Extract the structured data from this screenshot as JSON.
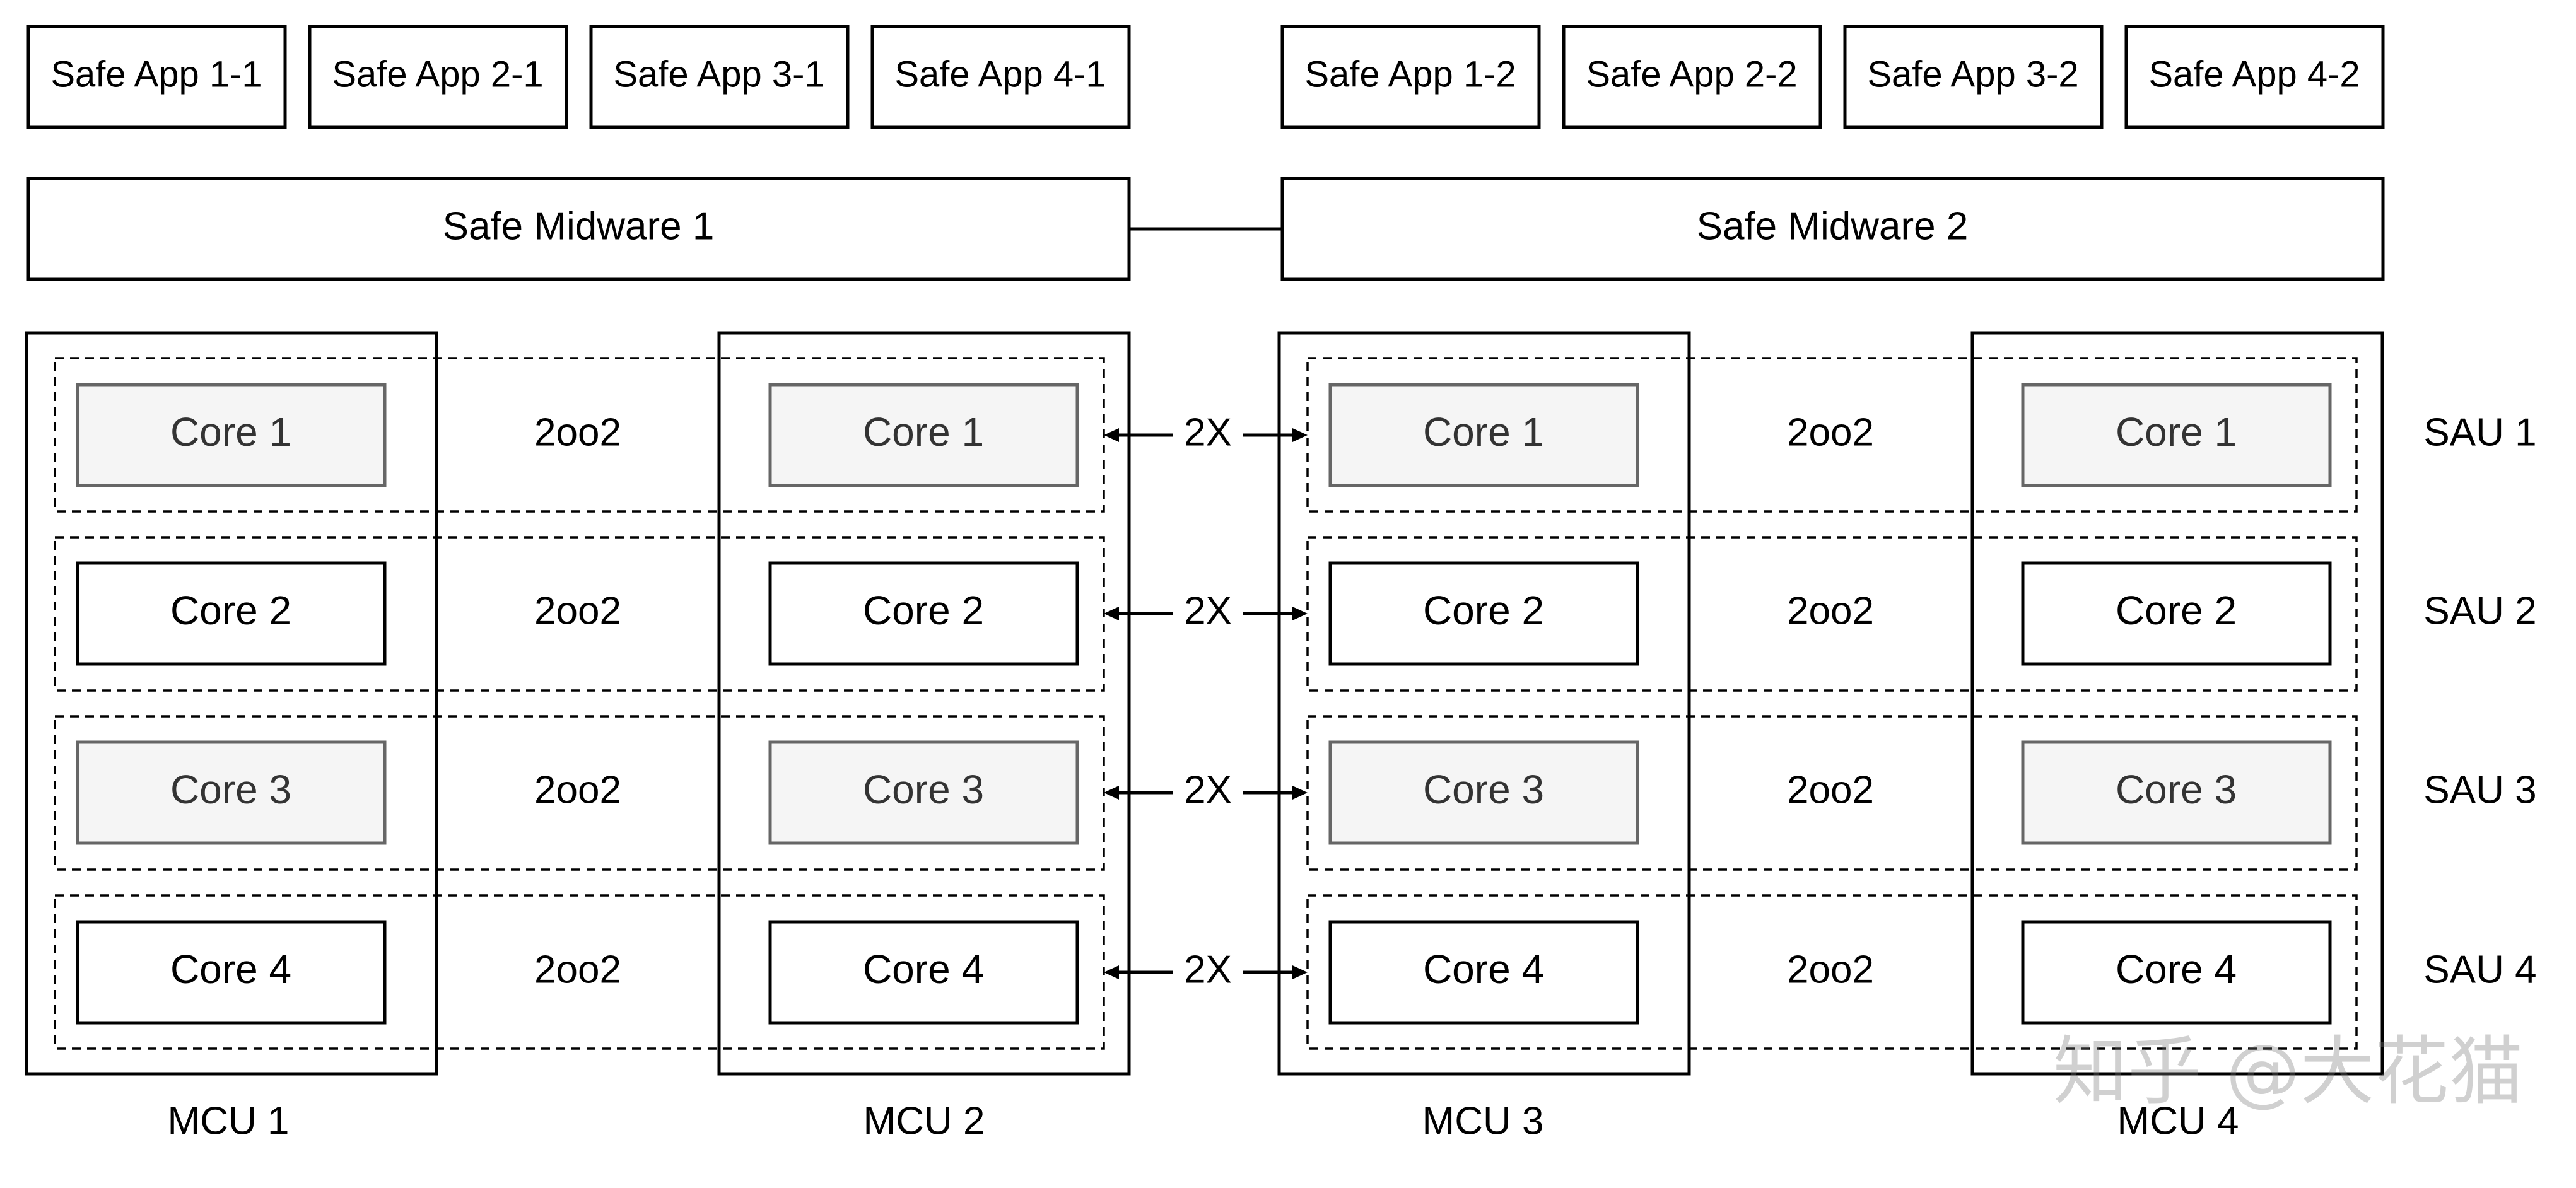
{
  "apps": {
    "group1": [
      "Safe App 1-1",
      "Safe App 2-1",
      "Safe App 3-1",
      "Safe App 4-1"
    ],
    "group2": [
      "Safe App 1-2",
      "Safe App 2-2",
      "Safe App 3-2",
      "Safe App 4-2"
    ]
  },
  "midware": {
    "left": "Safe Midware 1",
    "right": "Safe Midware 2"
  },
  "cores": [
    "Core 1",
    "Core 2",
    "Core 3",
    "Core 4"
  ],
  "redundancy_label": "2oo2",
  "link_label": "2X",
  "saus": [
    "SAU 1",
    "SAU 2",
    "SAU 3",
    "SAU 4"
  ],
  "mcus": [
    "MCU 1",
    "MCU 2",
    "MCU 3",
    "MCU 4"
  ],
  "watermark": "知乎 @大花猫"
}
